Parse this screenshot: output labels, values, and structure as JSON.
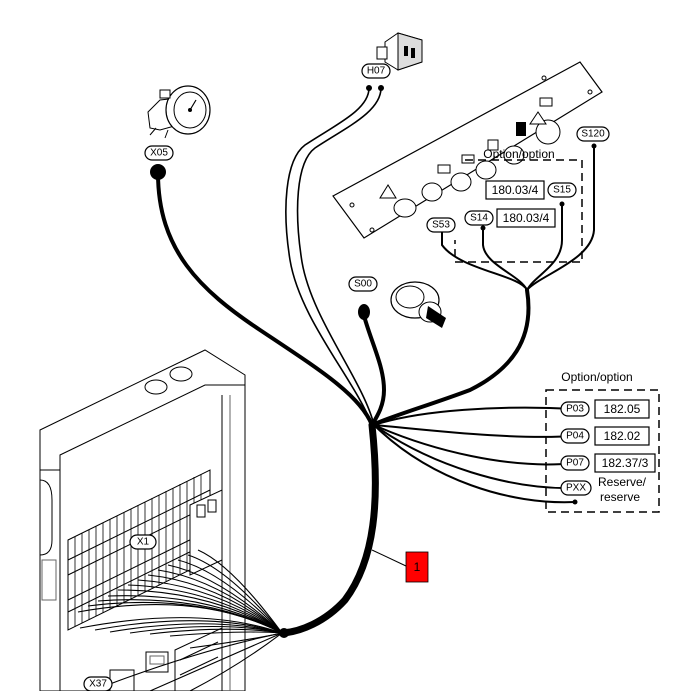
{
  "connectors": {
    "h07": "H07",
    "x05": "X05",
    "s120": "S120",
    "s15": "S15",
    "s14": "S14",
    "s53": "S53",
    "s00": "S00",
    "p03": "P03",
    "p04": "P04",
    "p07": "P07",
    "pxx": "PXX",
    "x1": "X1",
    "x37": "X37"
  },
  "refs": {
    "s15_ref": "180.03/4",
    "s14_ref": "180.03/4",
    "p03_ref": "182.05",
    "p04_ref": "182.02",
    "p07_ref": "182.37/3"
  },
  "labels": {
    "option_top": "Option/option",
    "option_right": "Option/option",
    "reserve_line1": "Reserve/",
    "reserve_line2": "reserve"
  },
  "callout": {
    "number": "1",
    "color": "#ff0000"
  }
}
